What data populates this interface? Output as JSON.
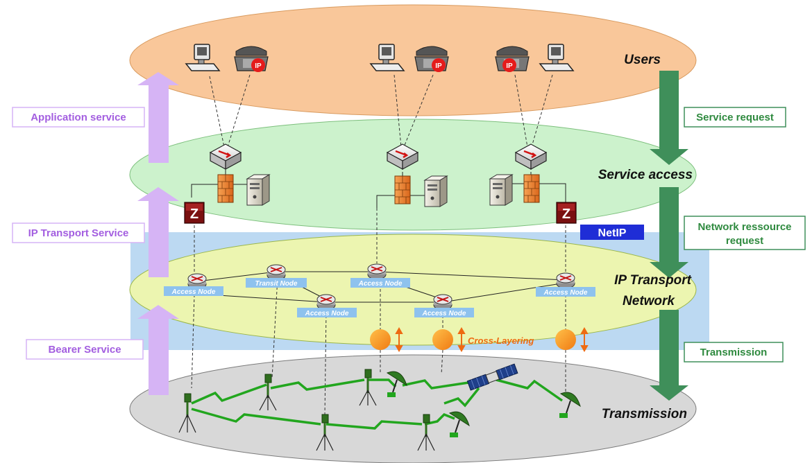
{
  "layers": {
    "users": "Users",
    "service_access": "Service access",
    "ip_transport_line1": "IP  Transport",
    "ip_transport_line2": "Network",
    "transmission": "Transmission"
  },
  "left_services": {
    "application": "Application service",
    "ip_transport": "IP Transport Service",
    "bearer": "Bearer Service"
  },
  "right_requests": {
    "service_request": "Service request",
    "network_request_line1": "Network ressource",
    "network_request_line2": "request",
    "transmission": "Transmission"
  },
  "netip_label": "NetIP",
  "ip_badge": "IP",
  "zone_badge": "Z",
  "nodes": {
    "access_node": "Access Node",
    "transit_node": "Transit Node"
  },
  "cross_layering": "Cross-Layering",
  "colors": {
    "users_layer": "#f9c79a",
    "service_layer": "#ccf2cc",
    "ip_layer": "#ecf5b0",
    "transmission_layer": "#d8d8d8",
    "netip_band": "#bcd9f2",
    "left_arrow": "#d6b4f5",
    "left_text": "#a35ee0",
    "right_arrow": "#3f8f5a",
    "right_text": "#2f8a3f",
    "netip_box": "#1f2dd6",
    "orange": "#ee6a12",
    "radio_link": "#22a61e"
  }
}
